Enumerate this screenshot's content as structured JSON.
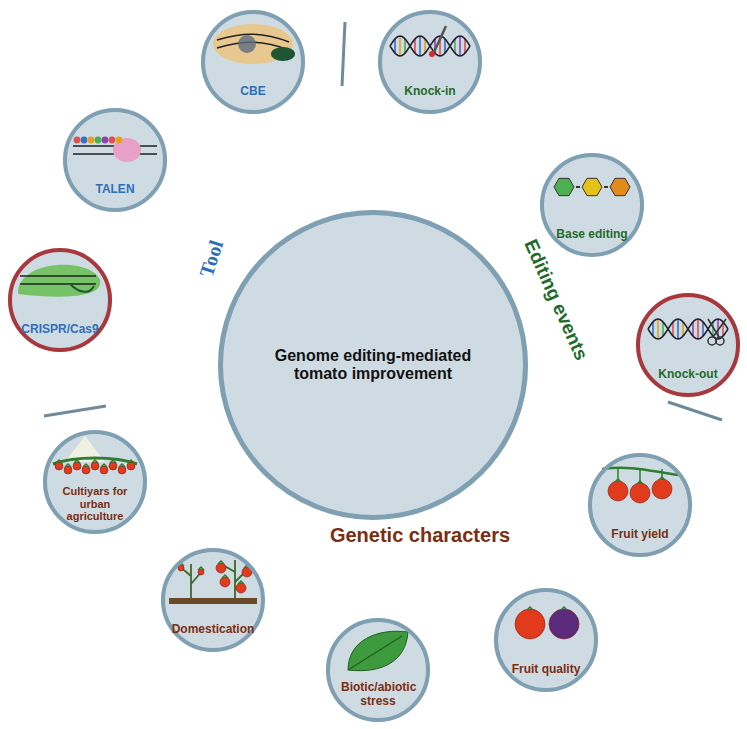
{
  "diagram": {
    "nodes": [
      {
        "text": [
          "Genome editing-mediated tomato improvement"
        ]
      },
      {
        "text": [
          "CBE"
        ]
      },
      {
        "text": [
          "Knock-in"
        ]
      },
      {
        "text": [
          "Base editing"
        ]
      },
      {
        "text": [
          "Knock-out"
        ]
      },
      {
        "text": [
          "Fruit yield"
        ]
      },
      {
        "text": [
          "Fruit quality"
        ]
      },
      {
        "text": [
          "Biotic/abiotic stress"
        ]
      },
      {
        "text": [
          "Domestication"
        ]
      },
      {
        "text": [
          "Cultiyars for urban agriculture"
        ]
      },
      {
        "text": [
          "CRISPR/Cas9"
        ]
      },
      {
        "text": [
          "TALEN"
        ]
      }
    ],
    "labels": [
      "Tool",
      "Editing events",
      "Genetic characters"
    ]
  }
}
